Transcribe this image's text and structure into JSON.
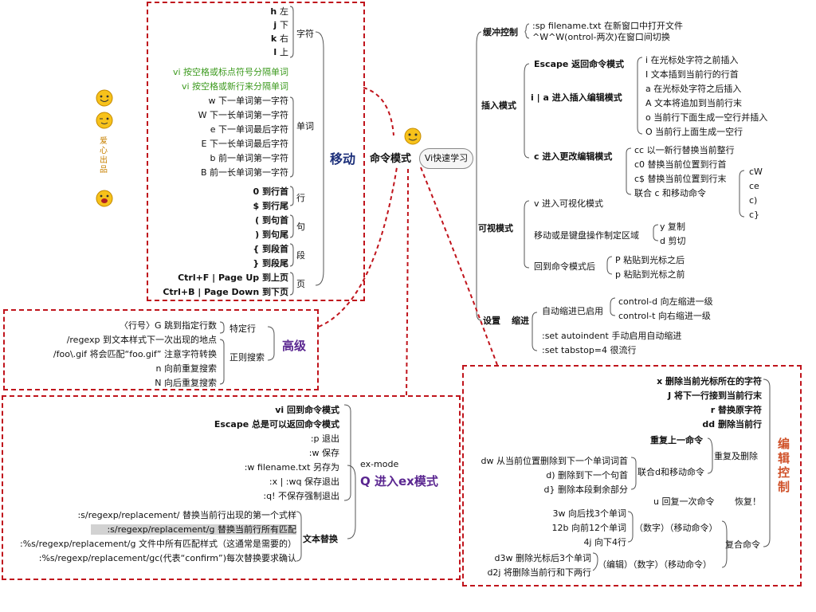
{
  "center": {
    "title": "命令模式",
    "subtitle": "Vi快速学习"
  },
  "side_note": "爱心出品",
  "move": {
    "title": "移动",
    "rows": [
      {
        "k": "h",
        "d": "左"
      },
      {
        "k": "j",
        "d": "下"
      },
      {
        "k": "k",
        "d": "右"
      },
      {
        "k": "l",
        "d": "上"
      },
      {
        "g1": "vi  按空格或标点符号分隔单词"
      },
      {
        "g2": "vi  按空格或新行来分隔单词"
      },
      {
        "w1": "w  下一单词第一字符"
      },
      {
        "w2": "W  下一长单词第一字符"
      },
      {
        "w3": "e  下一单词最后字符"
      },
      {
        "w4": "E  下一长单词最后字符"
      },
      {
        "w5": "b  前一单词第一字符"
      },
      {
        "w6": "B  前一长单词第一字符"
      }
    ],
    "labels": {
      "char": "字符",
      "word": "单词",
      "line": "行",
      "sentence": "句",
      "para": "段",
      "page": "页"
    },
    "line": [
      "0  到行首",
      "$  到行尾"
    ],
    "sentence": [
      "(  到句首",
      ")  到句尾"
    ],
    "para": [
      "{  到段首",
      "}  到段尾"
    ],
    "page": [
      "Ctrl+F | Page Up  到上页",
      "Ctrl+B | Page Down  到下页"
    ]
  },
  "advanced": {
    "title": "高级",
    "items": [
      "〈行号〉G 跳到指定行数",
      "/regexp  到文本样式下一次出现的地点",
      "/foo\\.gif  将会匹配“foo.gif”    注意字符转换",
      "n  向前重复搜索",
      "N  向后重复搜索"
    ],
    "labels": {
      "goto": "特定行",
      "regex": "正则搜索"
    }
  },
  "ex": {
    "title": "Q  进入ex模式",
    "mode": "ex-mode",
    "items": [
      "vi  回到命令模式",
      "Escape  总是可以返回命令模式",
      ":p  退出",
      ":w  保存",
      ":w filename.txt  另存为",
      ":x   | :wq  保存退出",
      ":q!  不保存强制退出"
    ],
    "replace_label": "文本替换",
    "replace": [
      ":s/regexp/replacement/  替换当前行出现的第一个式样",
      ":s/regexp/replacement/g  替换当前行所有匹配",
      ":%s/regexp/replacement/g  文件中所有匹配样式（这通常是需要的）",
      ":%s/regexp/replacement/gc(代表“confirm”)每次替换要求确认"
    ]
  },
  "buffer": {
    "label": "缓冲控制",
    "items": [
      ":sp  filename.txt    在新窗口中打开文件",
      "^W^W(ontrol-两次)在窗口间切换"
    ]
  },
  "insert": {
    "label": "插入模式",
    "escape": "Escape  返回命令模式",
    "ia": "i | a  进入插入编辑模式",
    "ia_items": [
      "i  在光标处字符之前插入",
      "I  文本插到当前行的行首",
      "a  在光标处字符之后插入",
      "A  文本将追加到当前行末",
      "o  当前行下面生成一空行并插入",
      "O  当前行上面生成一空行"
    ],
    "c": "c  进入更改编辑模式",
    "c_items": [
      "cc  以一新行替换当前整行",
      "c0  替换当前位置到行首",
      "c$  替换当前位置到行末",
      "联合  c  和移动命令"
    ],
    "c_combo": [
      "cW",
      "ce",
      "c)",
      "c}"
    ]
  },
  "visual": {
    "label": "可视模式",
    "v": "v  进入可视化模式",
    "keyboard": "移动或是键盘操作制定区域",
    "yd": [
      "y  复制",
      "d  剪切"
    ],
    "back": "回到命令模式后",
    "paste": [
      "P  粘贴到光标之后",
      "p  粘贴到光标之前"
    ]
  },
  "settings": {
    "label": "设置",
    "indent_label": "缩进",
    "auto": "自动缩进已启用",
    "auto_items": [
      "control-d  向左缩进一级",
      "control-t  向右缩进一级"
    ],
    "items": [
      ":set autoindent  手动启用自动缩进",
      ":set tabstop=4  很流行"
    ]
  },
  "edit": {
    "title": "编辑控制",
    "top": [
      "x  删除当前光标所在的字符",
      "J  将下一行接到当前行末",
      "r  替换原字符",
      "dd  删除当前行"
    ],
    "repeat": "重复上一命令",
    "repeat_delete": "重复及删除",
    "d_items": [
      "dw  从当前位置删除到下一个单词词首",
      "d)  删除到下一个句首",
      "d}  删除本段剩余部分"
    ],
    "combine_d": "联合d和移动命令",
    "undo": "u  回复一次命令",
    "restore": "恢复！",
    "n_items": [
      "3w  向后找3个单词",
      "12b  向前12个单词",
      "4j  向下4行"
    ],
    "num_move": "（数字）（移动命令）",
    "combo": "复合命令",
    "e_items": [
      "d3w  删除光标后3个单词",
      "d2j  将删除当前行和下两行"
    ],
    "edit_num_move": "（编辑）（数字）（移动命令）"
  }
}
